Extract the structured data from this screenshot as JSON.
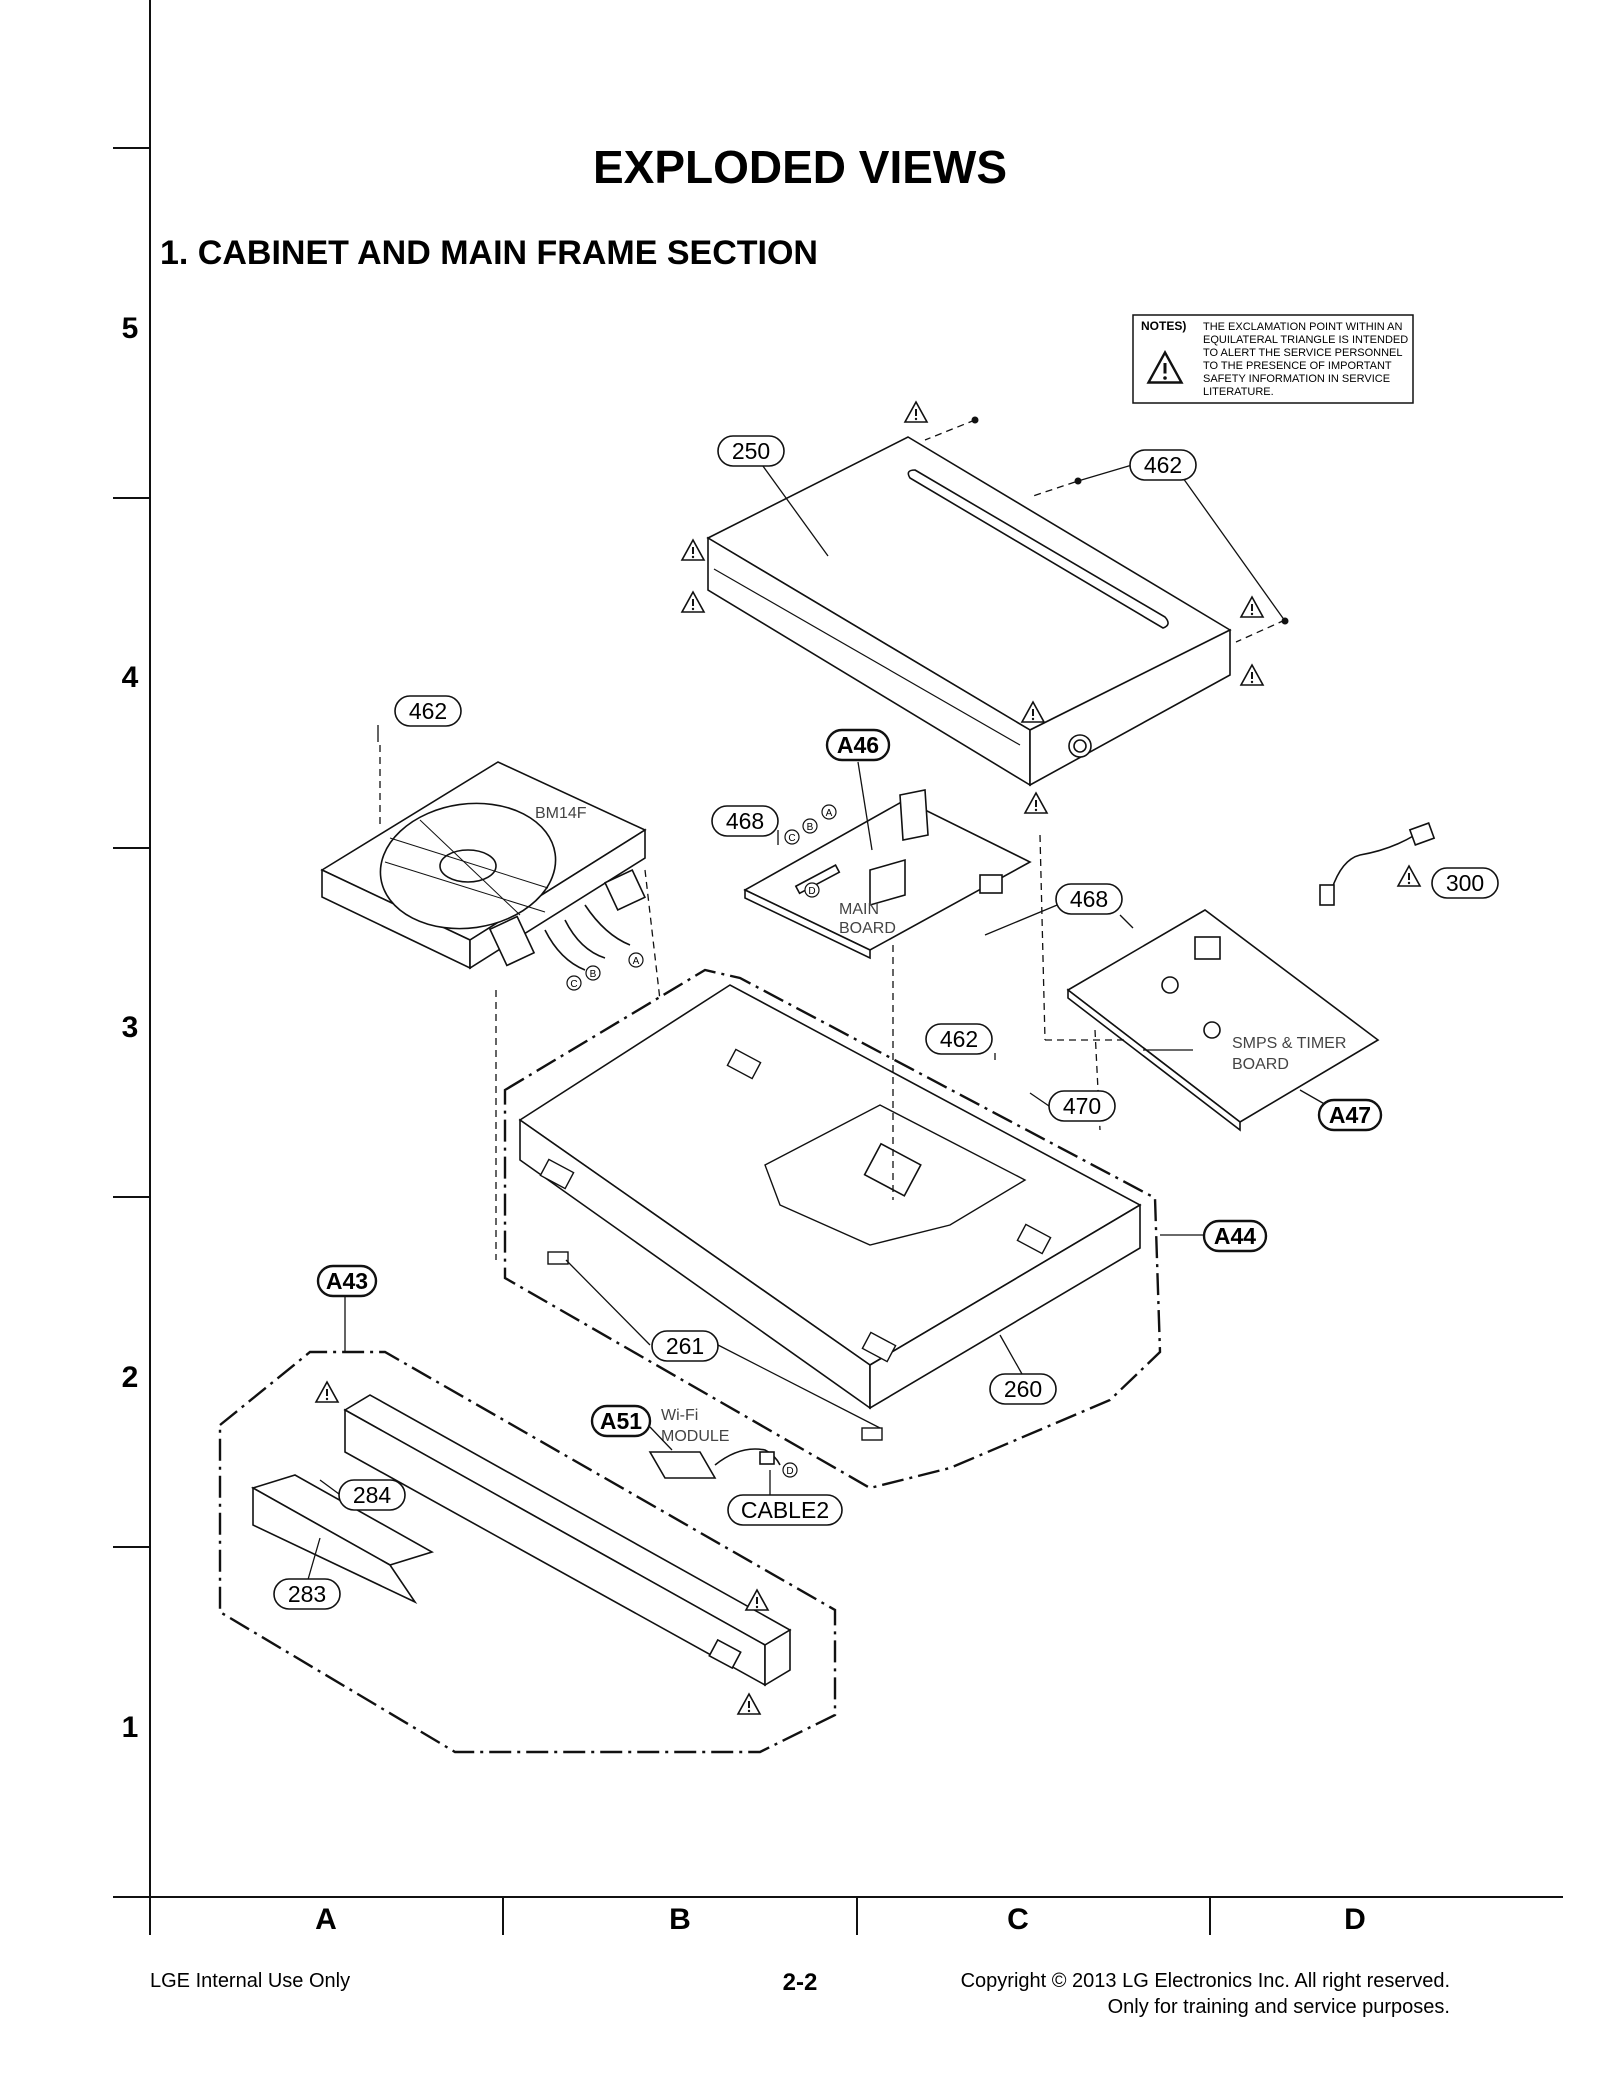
{
  "page": {
    "title": "EXPLODED VIEWS",
    "section_title": "1. CABINET AND MAIN FRAME SECTION"
  },
  "notes": {
    "heading": "NOTES)",
    "lines": [
      "THE EXCLAMATION POINT WITHIN AN",
      "EQUILATERAL TRIANGLE IS INTENDED",
      "TO ALERT THE SERVICE PERSONNEL",
      "TO THE PRESENCE OF IMPORTANT",
      "SAFETY INFORMATION IN SERVICE",
      "LITERATURE."
    ]
  },
  "grid": {
    "rows": [
      "5",
      "4",
      "3",
      "2",
      "1"
    ],
    "columns": [
      "A",
      "B",
      "C",
      "D"
    ]
  },
  "callouts": {
    "cover": "250",
    "cover_screw": "462",
    "loader_screw": "462",
    "main_board": "A46",
    "main_screw": "468",
    "smps_screw": "468",
    "power_cord": "300",
    "frame_screw": "462",
    "frame_screw2": "470",
    "smps_board": "A47",
    "frame_assy": "A44",
    "front_assy": "A43",
    "foot": "261",
    "frame": "260",
    "wifi": "A51",
    "cable": "CABLE2",
    "panel_screw": "284",
    "door": "283"
  },
  "board_labels": {
    "loader": "BM14F",
    "main_line1": "MAIN",
    "main_line2": "BOARD",
    "smps_line1": "SMPS & TIMER",
    "smps_line2": "BOARD",
    "wifi_line1": "Wi-Fi",
    "wifi_line2": "MODULE"
  },
  "connectors": [
    "A",
    "B",
    "C",
    "D"
  ],
  "footer": {
    "left": "LGE Internal Use Only",
    "page_number": "2-2",
    "copyright_line1": "Copyright © 2013 LG Electronics Inc. All right reserved.",
    "copyright_line2": "Only for training and service purposes."
  }
}
